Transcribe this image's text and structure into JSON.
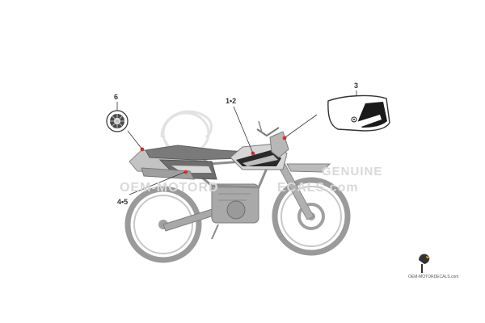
{
  "callouts": {
    "c1": "1•2",
    "c2": "3",
    "c3": "4•5",
    "c4": "6"
  },
  "watermark": {
    "genuine": "GENUINE",
    "main_left": "OEM-MOTORD",
    "main_right": "ECALS.com"
  },
  "brand_footer": "OEM-MOTORDECALS.com",
  "colors": {
    "bike_body": "#b9b9b9",
    "bike_dark": "#8a8a8a",
    "decal_black": "#1a1a1a",
    "marker_red": "#e03030",
    "leader": "#333333"
  }
}
